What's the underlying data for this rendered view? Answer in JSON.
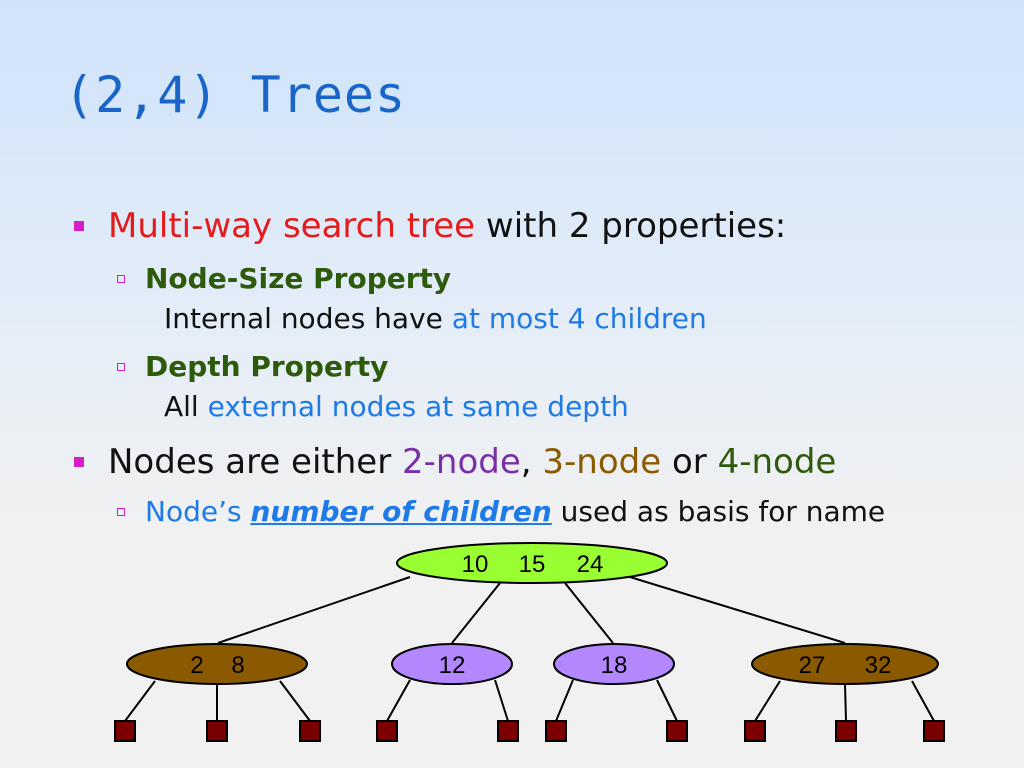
{
  "title": "(2,4) Trees",
  "bullet1": {
    "highlight": "Multi-way search tree",
    "rest": " with 2 properties:"
  },
  "node_size": {
    "heading": "Node-Size Property",
    "prefix": "Internal nodes have ",
    "highlight": "at most 4 children"
  },
  "depth": {
    "heading": "Depth Property",
    "prefix": "All ",
    "highlight": "external nodes at same depth"
  },
  "bullet2": {
    "prefix": "Nodes are either ",
    "two": "2-node",
    "sep1": ", ",
    "three": "3-node",
    "sep2": " or ",
    "four": "4-node"
  },
  "bullet2_sub": {
    "prefix": "Node’s ",
    "emph": "number of children",
    "rest": " used as basis for name"
  },
  "tree": {
    "root": {
      "keys": [
        "10",
        "15",
        "24"
      ],
      "color": "#99ff33"
    },
    "children": [
      {
        "keys": [
          "2",
          "8"
        ],
        "color": "#8b5a00"
      },
      {
        "keys": [
          "12"
        ],
        "color": "#b388ff"
      },
      {
        "keys": [
          "18"
        ],
        "color": "#b388ff"
      },
      {
        "keys": [
          "27",
          "32"
        ],
        "color": "#8b5a00"
      }
    ],
    "external_color": "#7a0000"
  }
}
